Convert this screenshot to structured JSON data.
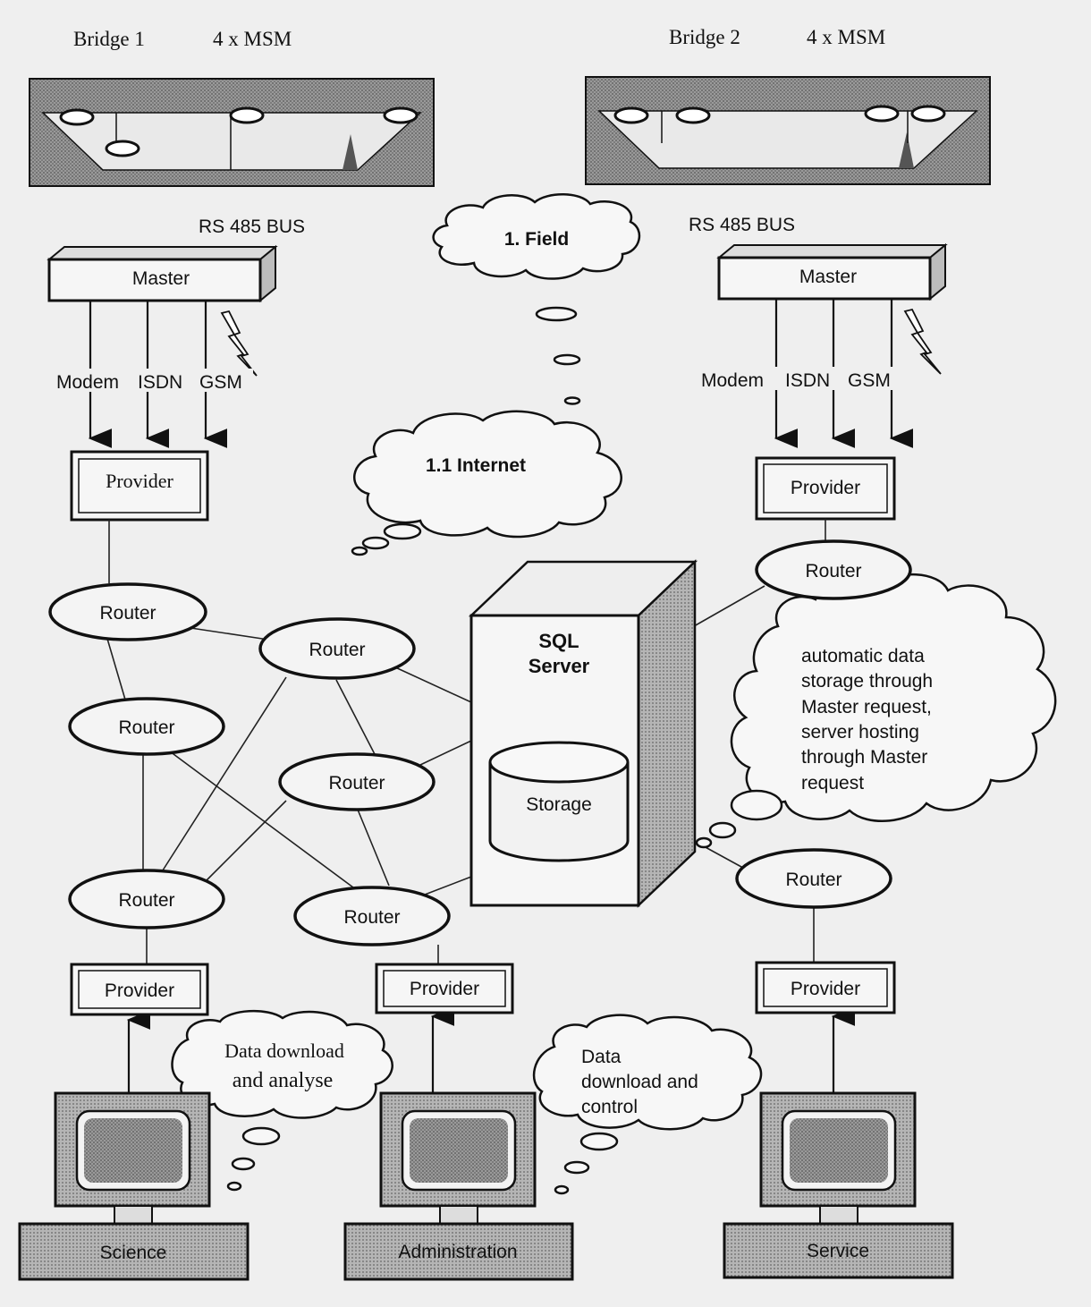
{
  "bridges": [
    {
      "label": "Bridge 1",
      "msm": "4 x MSM",
      "bus": "RS 485 BUS",
      "master": "Master",
      "links": [
        "Modem",
        "ISDN",
        "GSM"
      ],
      "provider": "Provider",
      "router": "Router"
    },
    {
      "label": "Bridge 2",
      "msm": "4 x MSM",
      "bus": "RS 485 BUS",
      "master": "Master",
      "links": [
        "Modem",
        "ISDN",
        "GSM"
      ],
      "provider": "Provider",
      "router": "Router"
    }
  ],
  "clouds": {
    "field": "1. Field",
    "internet": "1.1 Internet",
    "automatic": [
      "automatic data",
      "storage through",
      "Master request,",
      "server hosting",
      "through Master",
      "request"
    ],
    "download_analyse": [
      "Data download",
      "and analyse"
    ],
    "download_control": [
      "Data",
      "download and",
      "control"
    ]
  },
  "server": {
    "title_line1": "SQL",
    "title_line2": "Server",
    "storage": "Storage"
  },
  "routers": {
    "label": "Router"
  },
  "providers": {
    "label": "Provider"
  },
  "terminals": [
    "Science",
    "Administration",
    "Service"
  ],
  "colors": {
    "hatch": "#8a8a8a",
    "line": "#111111",
    "background": "#efefef"
  }
}
